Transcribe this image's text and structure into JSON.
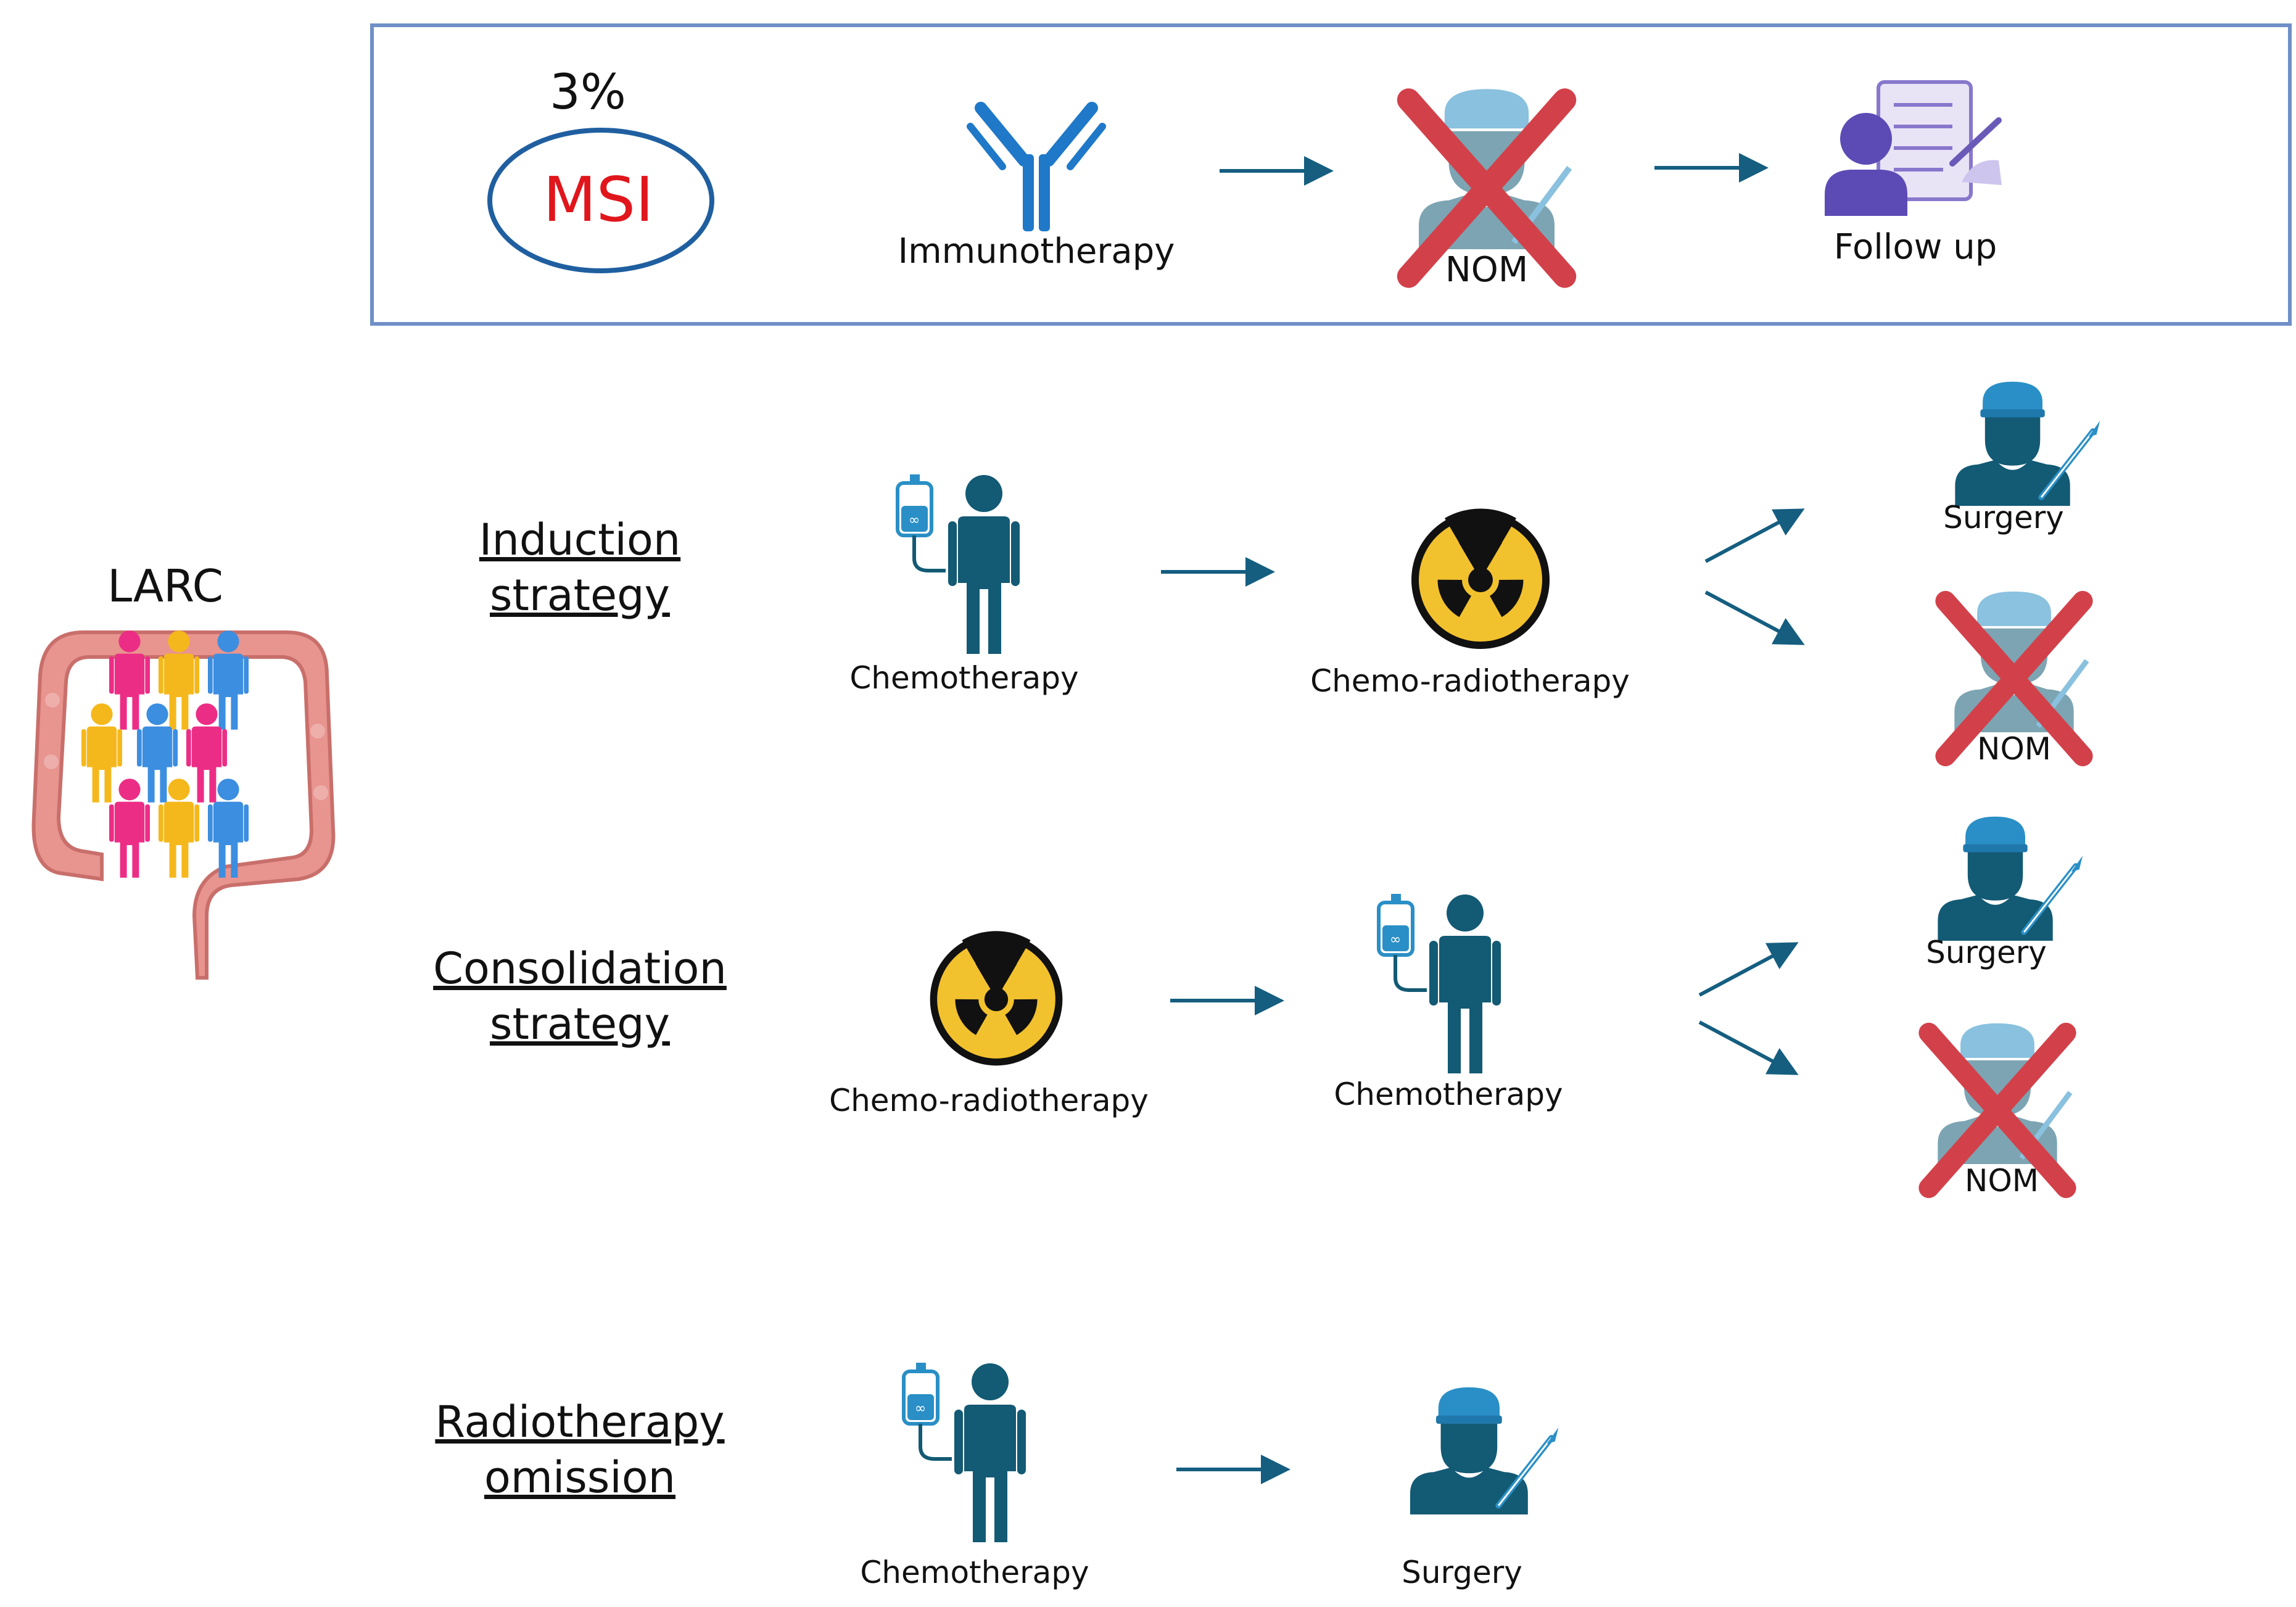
{
  "msi": {
    "percent": "3%",
    "label": "MSI",
    "therapy": "Immunotherapy",
    "nom": "NOM",
    "followup": "Follow up"
  },
  "larc": {
    "label": "LARC"
  },
  "strategies": {
    "induction": {
      "title_line1": "Induction",
      "title_line2": "strategy",
      "step1": "Chemotherapy",
      "step2": "Chemo-radiotherapy",
      "out1": "Surgery",
      "out2": "NOM"
    },
    "consolidation": {
      "title_line1": "Consolidation",
      "title_line2": "strategy",
      "step1": "Chemo-radiotherapy",
      "step2": "Chemotherapy",
      "out1": "Surgery",
      "out2": "NOM"
    },
    "omission": {
      "title_line1": "Radiotherapy",
      "title_line2": "omission",
      "step1": "Chemotherapy",
      "step2": "Surgery"
    }
  },
  "colors": {
    "patient": "#135a74",
    "surgeon_cap": "#2a8fc6",
    "radiation": "#f2c12e",
    "cross": "#d2414a",
    "msi_text": "#e0161c",
    "arrow": "#155e80",
    "colon": "#e8948f",
    "box_border": "#6f8fc7"
  },
  "icons": [
    "antibody-icon",
    "iv-bag-icon",
    "patient-icon",
    "radiation-icon",
    "surgeon-icon",
    "follow-up-icon",
    "colon-icon",
    "people-icon",
    "cross-icon"
  ]
}
